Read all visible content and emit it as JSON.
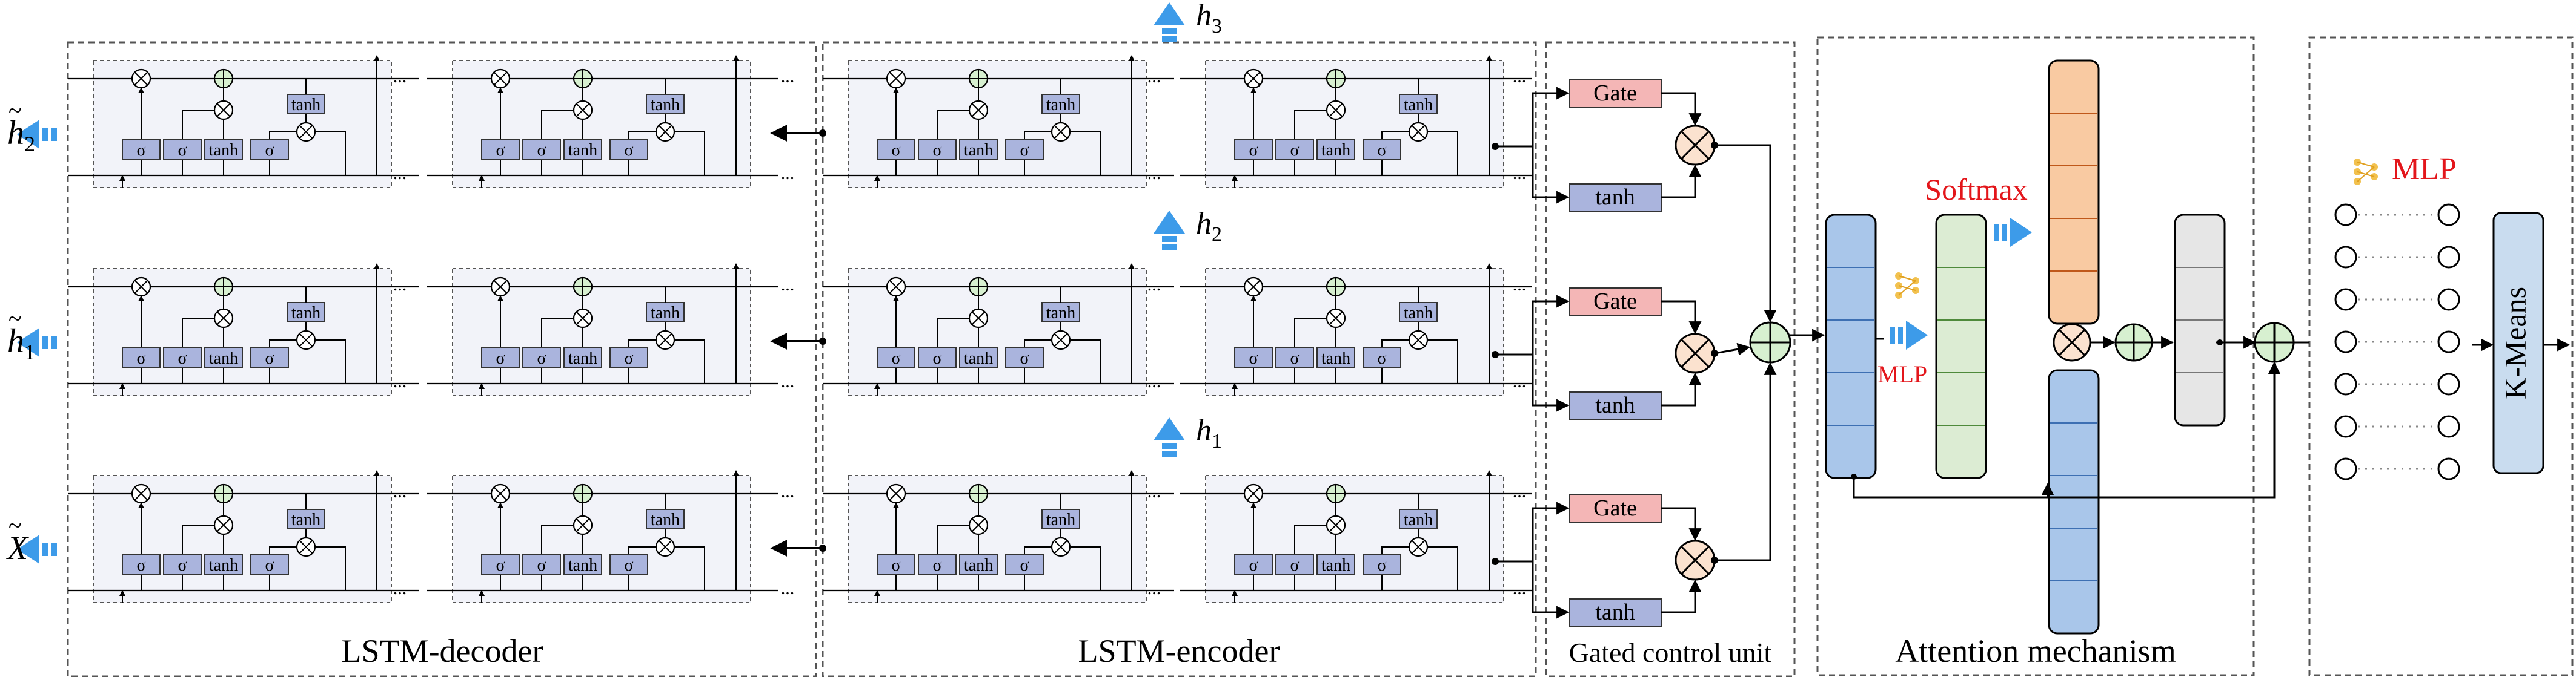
{
  "sections": {
    "decoder_label": "LSTM-decoder",
    "encoder_label": "LSTM-encoder",
    "gate_label": "Gated control unit",
    "attention_label": "Attention mechanism"
  },
  "outputs": {
    "decoder": [
      {
        "base": "h",
        "sub": "2"
      },
      {
        "base": "h",
        "sub": "1"
      },
      {
        "base": "X",
        "sub": ""
      }
    ],
    "encoder": [
      {
        "base": "h",
        "sub": "3"
      },
      {
        "base": "h",
        "sub": "2"
      },
      {
        "base": "h",
        "sub": "1"
      }
    ]
  },
  "cell": {
    "sigma": "σ",
    "tanh": "tanh",
    "mult": "⊗",
    "plus": "⊕",
    "ellipsis": "..."
  },
  "gated_unit": {
    "gate": "Gate",
    "tanh": "tanh"
  },
  "attention": {
    "softmax": "Softmax",
    "mlp": "MLP"
  },
  "clustering": {
    "mlp": "MLP",
    "kmeans": "K-Means"
  },
  "colors": {
    "cell_box": "#aab4dd",
    "cell_bg": "#f2f3f9",
    "gate_box": "#f4b6b6",
    "tanh_box": "#aab4dd",
    "mult_circle": "#fbe2cf",
    "plus_circle": "#d7f0d0",
    "blue_column": "#a9c6ea",
    "green_column": "#dcecd3",
    "orange_column": "#f9caa2",
    "gray_column": "#e6e6e6",
    "kmeans_box": "#c9dcef",
    "red_text": "#e3161b",
    "arrow_blue": "#3d9be9"
  }
}
